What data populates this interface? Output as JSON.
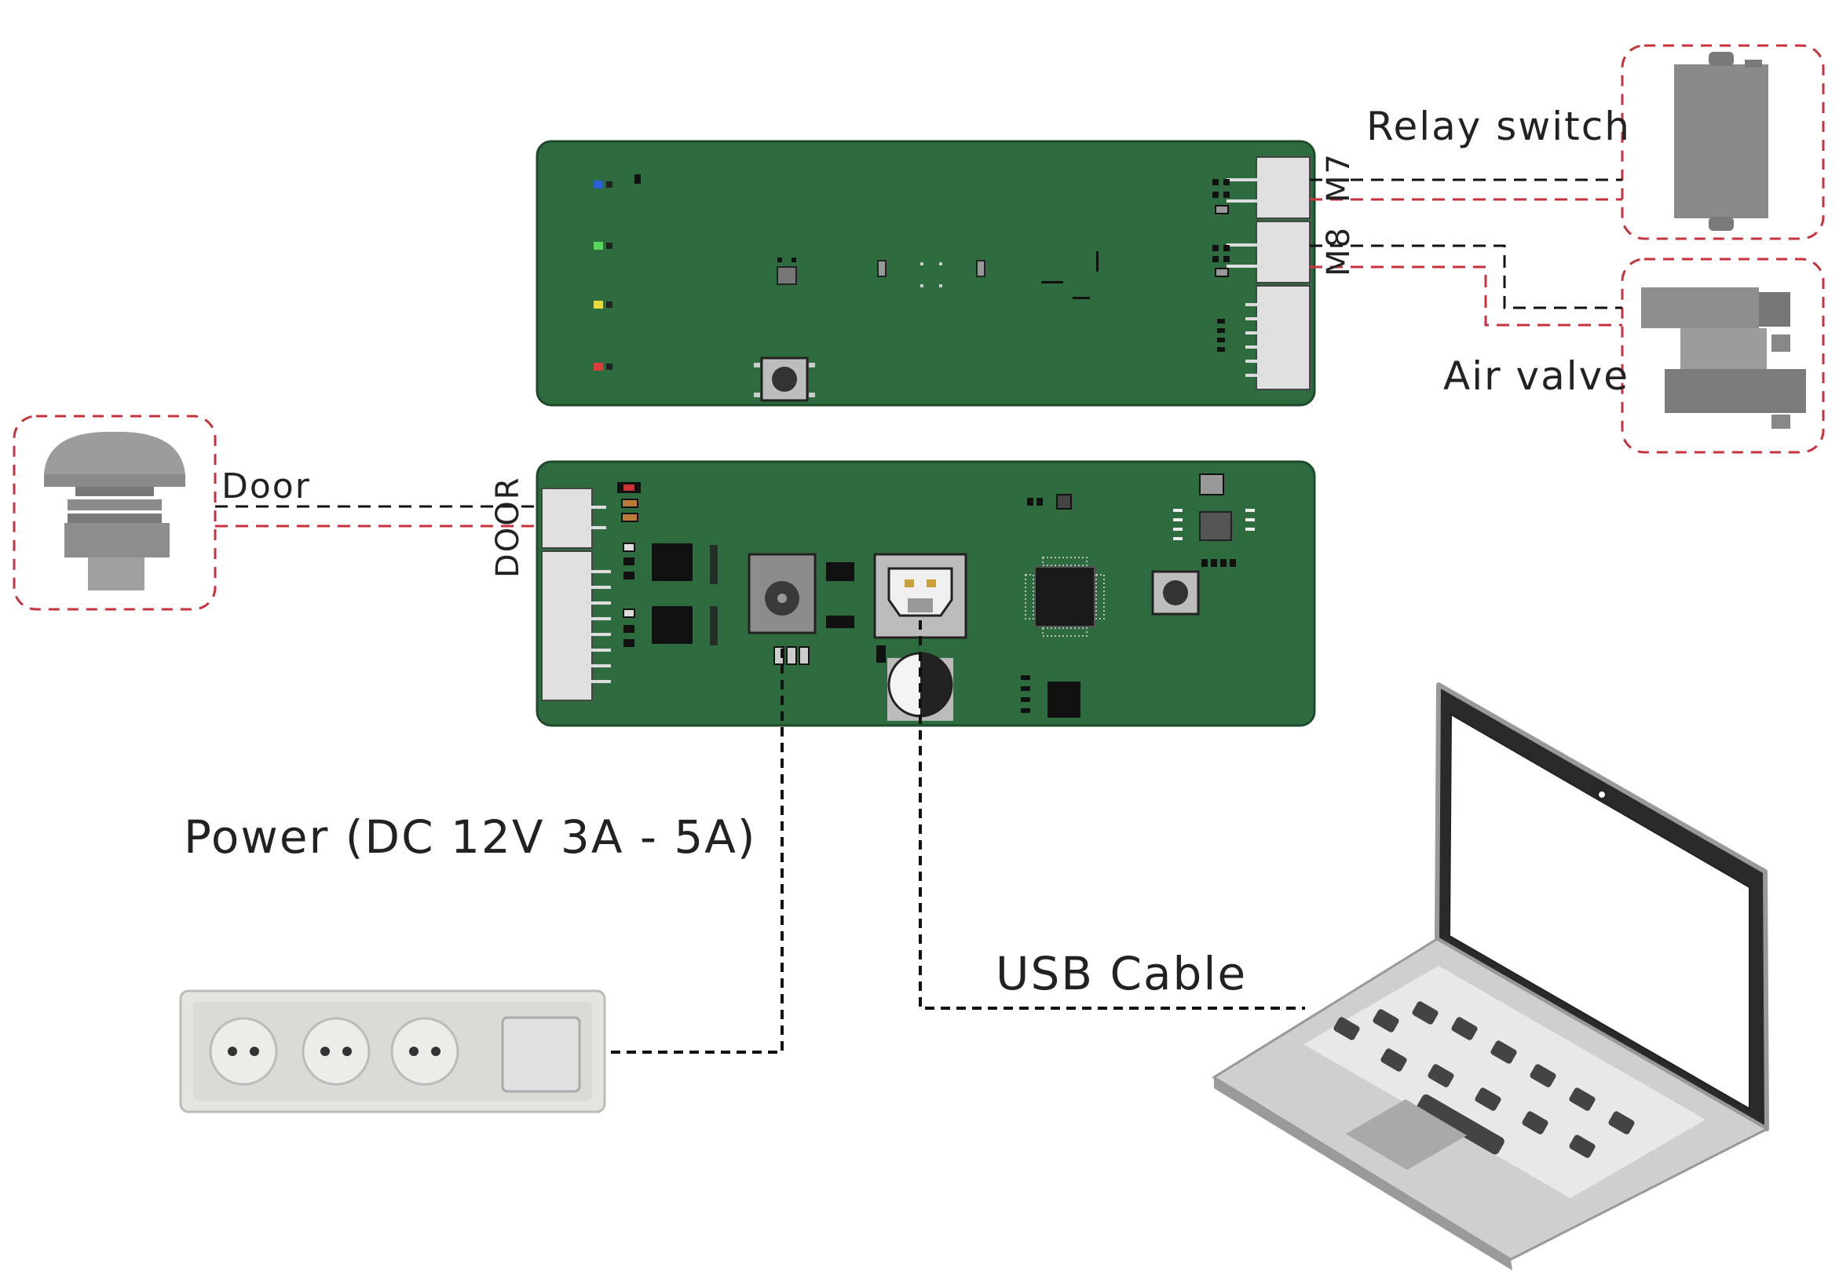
{
  "labels": {
    "relay_switch": "Relay switch",
    "air_valve": "Air valve",
    "door": "Door",
    "door_connector": "DOOR",
    "m7": "M7",
    "m8": "M8",
    "power": "Power (DC 12V 3A - 5A)",
    "usb_cable": "USB Cable"
  },
  "colors": {
    "pcb_green": "#2e6b3e",
    "dash_black": "#111111",
    "dash_red": "#c8323c",
    "device_gray": "#8a8a8a",
    "outline_red": "#c8323c"
  }
}
